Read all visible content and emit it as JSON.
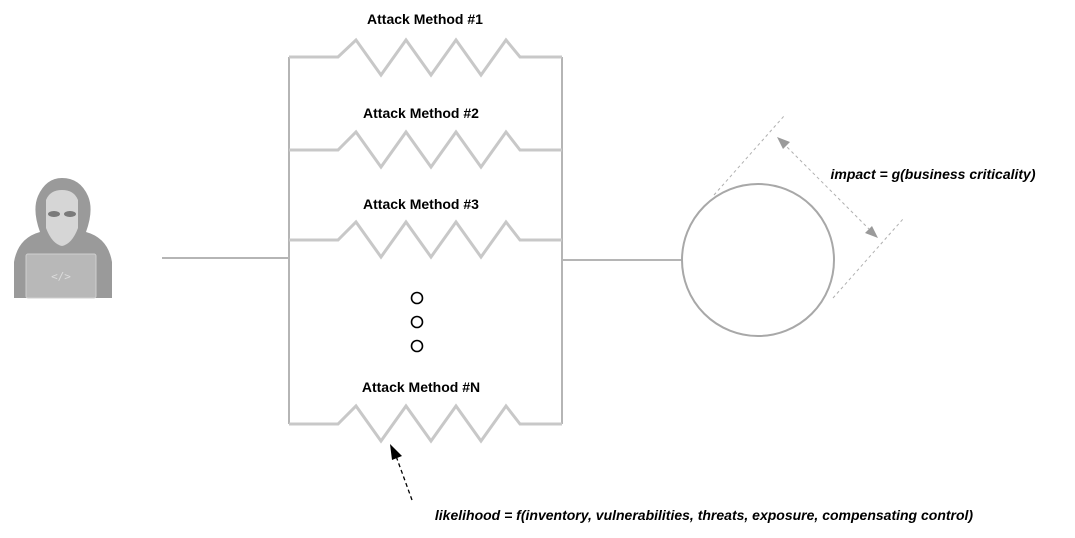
{
  "colors": {
    "wire": "#b5b5b5",
    "resistor": "#c8c8c8",
    "text": "#000000",
    "dashed_gray": "#b0b0b0",
    "hacker_dark": "#8f8f8f",
    "hacker_light": "#bdbdbd"
  },
  "attacker": {
    "icon": "hacker-with-laptop-icon",
    "laptop_text": "</>"
  },
  "methods": [
    {
      "label": "Attack Method #1"
    },
    {
      "label": "Attack Method #2"
    },
    {
      "label": "Attack Method #3"
    },
    {
      "label": "Attack Method #N"
    }
  ],
  "ellipsis_icon": "vertical-ellipsis-icon",
  "target": {
    "icon": "target-asset-circle-icon"
  },
  "impact_label": "impact = g(business criticality)",
  "likelihood_label": "likelihood = f(inventory, vulnerabilities, threats, exposure, compensating control)"
}
